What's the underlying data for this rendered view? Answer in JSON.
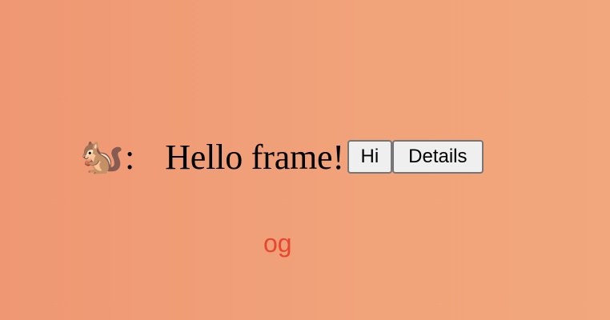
{
  "frame": {
    "emoji": "🐿️",
    "emoji_icon": "chipmunk-icon",
    "separator": ":",
    "greeting": "Hello frame!",
    "buttons": {
      "hi_label": "Hi",
      "details_label": "Details"
    }
  },
  "footer": {
    "text": "og"
  },
  "colors": {
    "background": "#f0a077",
    "footer_text": "#e8472f",
    "button_bg": "#efefef",
    "button_border": "#767676"
  }
}
